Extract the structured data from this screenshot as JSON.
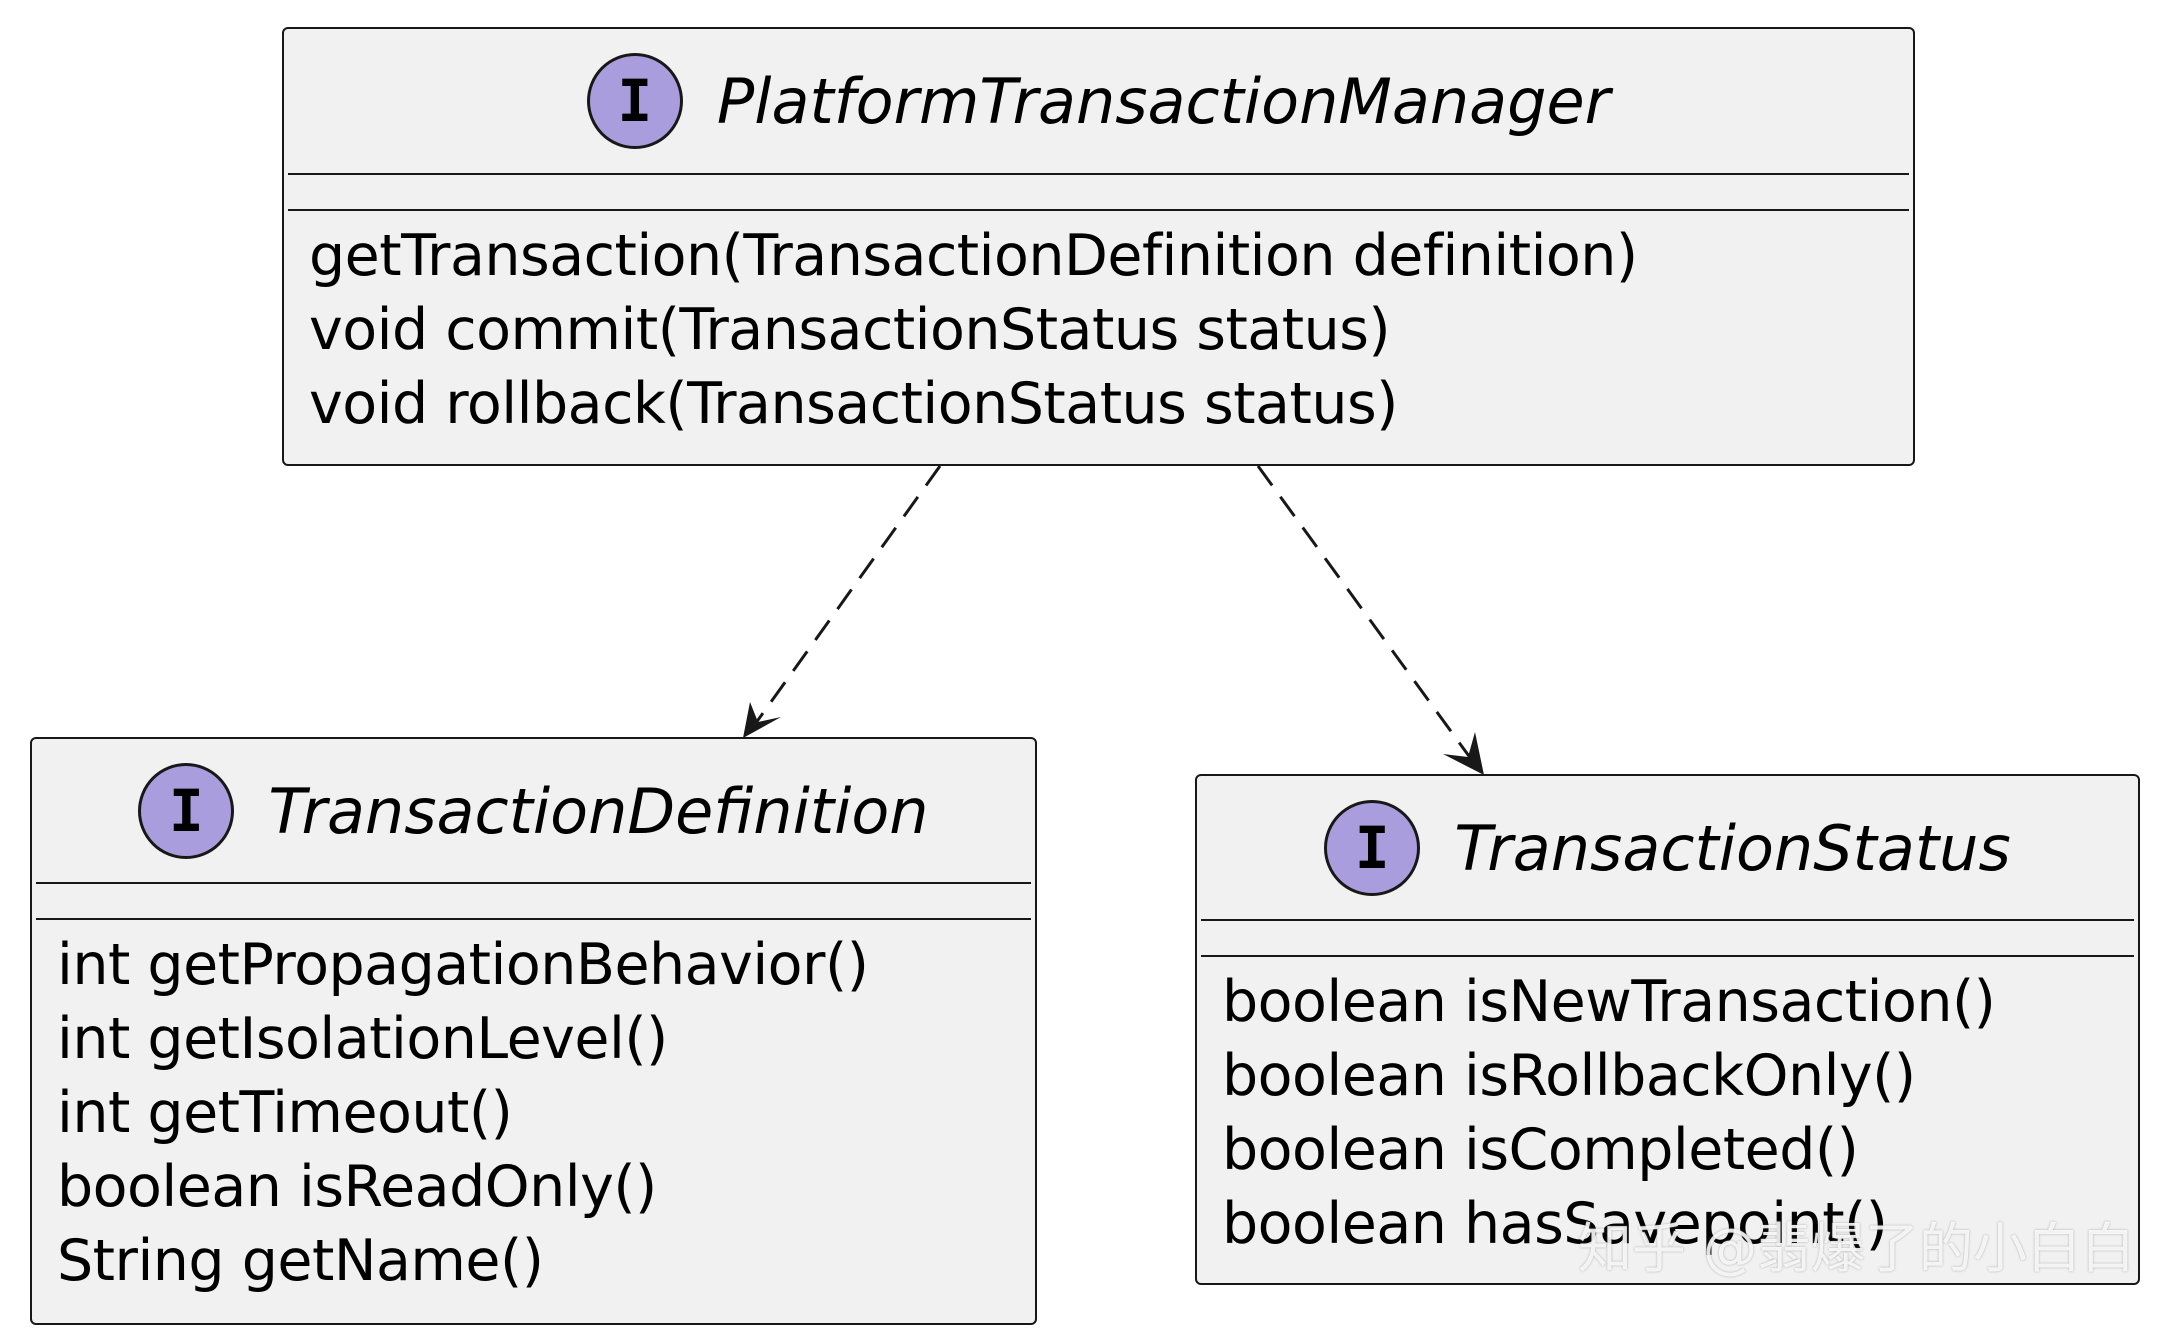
{
  "classes": {
    "manager": {
      "stereotype_badge": "I",
      "name": "PlatformTransactionManager",
      "methods": [
        "getTransaction(TransactionDefinition definition)",
        "void commit(TransactionStatus status)",
        "void rollback(TransactionStatus status)"
      ]
    },
    "definition": {
      "stereotype_badge": "I",
      "name": "TransactionDefinition",
      "methods": [
        "int getPropagationBehavior()",
        "int getIsolationLevel()",
        "int getTimeout()",
        "boolean isReadOnly()",
        "String getName()"
      ]
    },
    "status": {
      "stereotype_badge": "I",
      "name": "TransactionStatus",
      "methods": [
        "boolean isNewTransaction()",
        "boolean isRollbackOnly()",
        "boolean isCompleted()",
        "boolean hasSavepoint()"
      ]
    }
  },
  "relations": [
    {
      "from": "PlatformTransactionManager",
      "to": "TransactionDefinition",
      "style": "dashed-arrow"
    },
    {
      "from": "PlatformTransactionManager",
      "to": "TransactionStatus",
      "style": "dashed-arrow"
    }
  ],
  "colors": {
    "box_fill": "#f1f1f1",
    "border": "#181818",
    "interface_badge": "#a99dde"
  },
  "watermark": "知乎 @翡爆了的小白白"
}
